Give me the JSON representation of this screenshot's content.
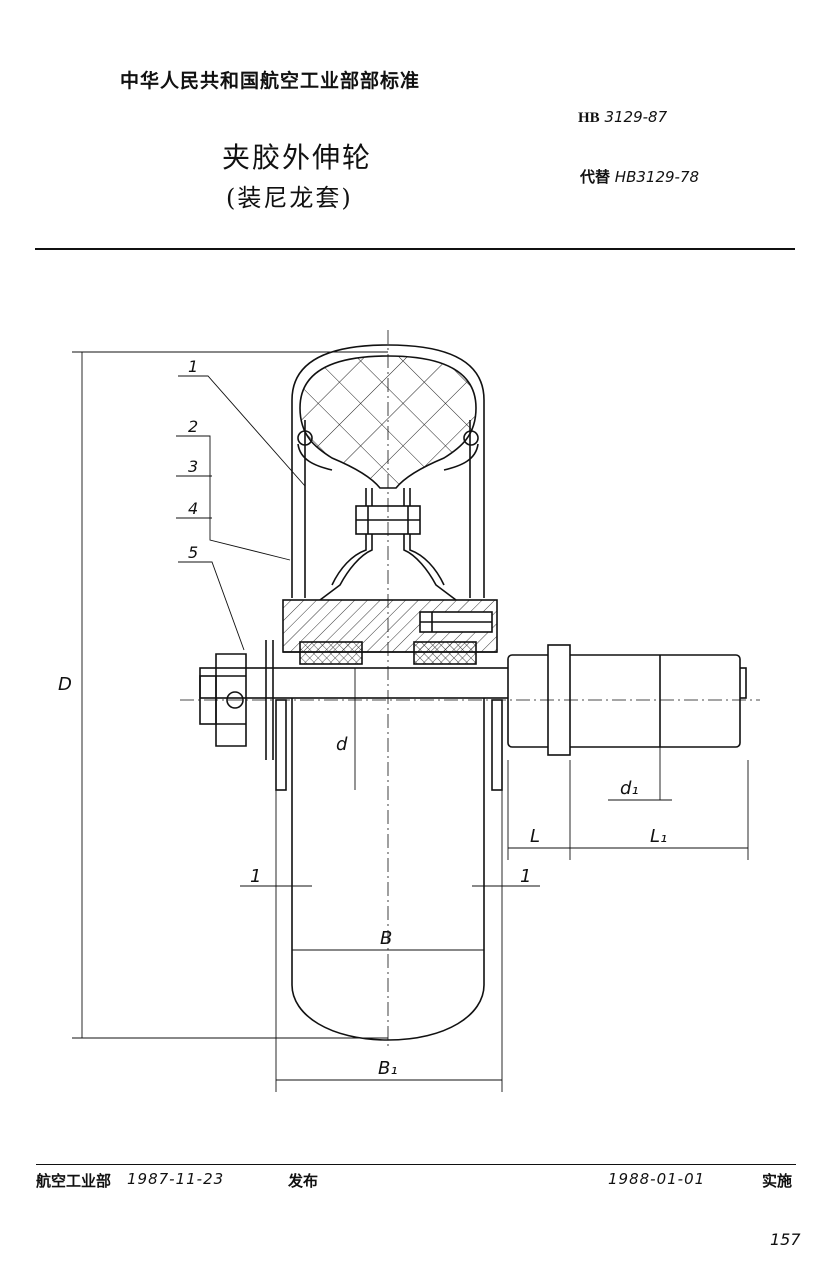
{
  "header": {
    "organization": "中华人民共和国航空工业部部标准",
    "standard_prefix": "HB",
    "standard_number": "3129-87",
    "title": "夹胶外伸轮",
    "subtitle": "(装尼龙套)",
    "replaces_label": "代替",
    "replaces_number": "HB3129-78"
  },
  "drawing": {
    "part_labels": [
      "1",
      "2",
      "3",
      "4",
      "5"
    ],
    "dimensions": {
      "D": "D",
      "d": "d",
      "d1": "d₁",
      "L": "L",
      "L1": "L₁",
      "B": "B",
      "B1": "B₁",
      "gap_left": "1",
      "gap_right": "1"
    }
  },
  "footer": {
    "issuer": "航空工业部",
    "issue_date": "1987-11-23",
    "issue_label": "发布",
    "effective_date": "1988-01-01",
    "effective_label": "实施",
    "page_number": "157"
  }
}
